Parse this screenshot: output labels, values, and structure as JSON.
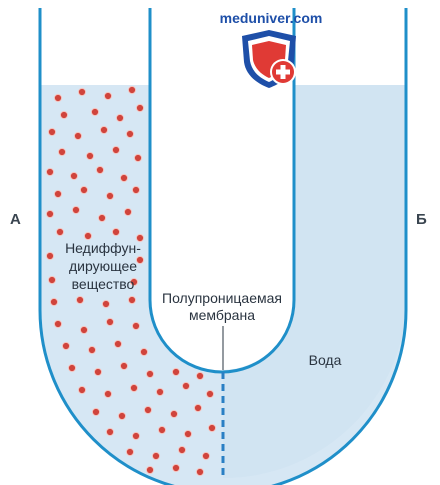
{
  "watermark": {
    "text": "meduniver.com"
  },
  "labels": {
    "side_a": "А",
    "side_b": "Б",
    "substance_line1": "Недиффун-",
    "substance_line2": "дирующее",
    "substance_line3": "вещество",
    "membrane_line1": "Полупроницаемая",
    "membrane_line2": "мембрана",
    "water": "Вода"
  },
  "colors": {
    "tube_wall": "#1f8fc9",
    "liquid": "#d6e7f4",
    "particle": "#d0443c",
    "membrane": "#2a7fc4",
    "shield_blue": "#1e4fa8",
    "shield_red": "#e03a35"
  }
}
